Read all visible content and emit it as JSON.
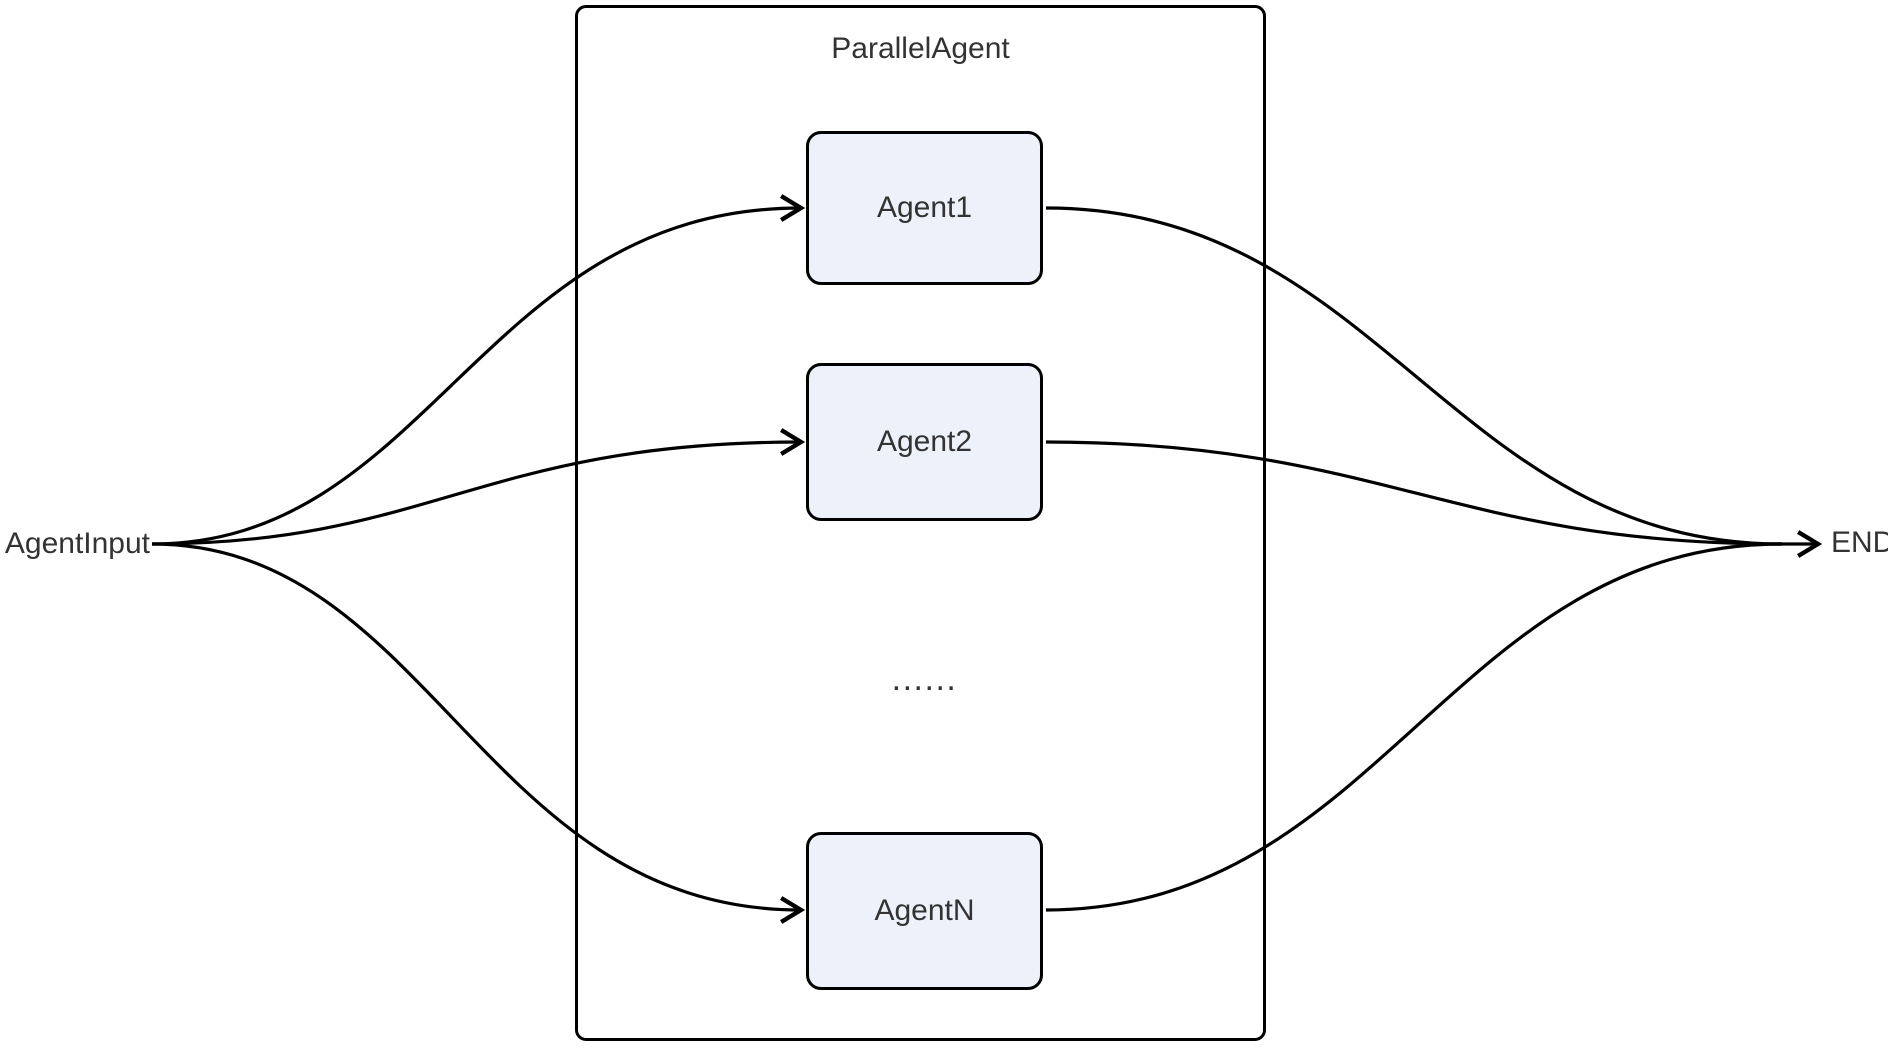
{
  "diagram": {
    "type": "flowchart",
    "direction": "left-to-right",
    "cluster_title": "ParallelAgent",
    "start_label": "AgentInput",
    "end_label": "END",
    "agents": [
      "Agent1",
      "Agent2",
      "AgentN"
    ],
    "ellipsis": "......",
    "edges": [
      {
        "from": "AgentInput",
        "to": "Agent1"
      },
      {
        "from": "AgentInput",
        "to": "Agent2"
      },
      {
        "from": "AgentInput",
        "to": "AgentN"
      },
      {
        "from": "Agent1",
        "to": "END"
      },
      {
        "from": "Agent2",
        "to": "END"
      },
      {
        "from": "AgentN",
        "to": "END"
      }
    ],
    "colors": {
      "node_fill": "#ECF1FA",
      "node_border": "#000000",
      "cluster_border": "#000000",
      "edge": "#000000",
      "text": "#333333",
      "background": "#FFFFFF"
    }
  }
}
